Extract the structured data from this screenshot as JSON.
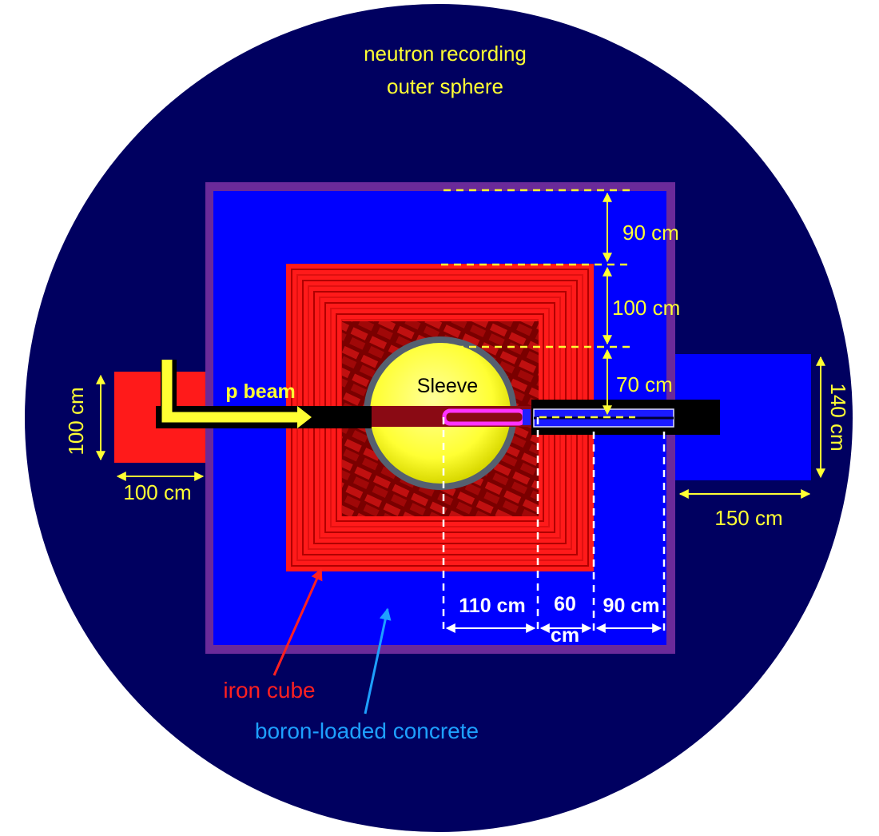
{
  "labels": {
    "outer_sphere_line1": "neutron recording",
    "outer_sphere_line2": "outer sphere",
    "sleeve": "Sleeve",
    "beam": "p beam",
    "iron": "iron cube",
    "concrete": "boron-loaded concrete"
  },
  "dimensions": {
    "top_90": "90 cm",
    "mid_100": "100 cm",
    "low_70": "70 cm",
    "left_height": "100 cm",
    "left_width": "100 cm",
    "right_height": "140 cm",
    "right_width": "150 cm",
    "bottom_110": "110 cm",
    "bottom_60_line1": "60",
    "bottom_60_line2": "cm",
    "bottom_90": "90 cm"
  },
  "colors": {
    "sphere": "#000060",
    "concrete": "#0000ff",
    "iron": "#ff1a1a",
    "iron_dark": "#8a0000",
    "sleeve": "#ffff55",
    "beam_pipe": "#000000",
    "boundary": "#6a2a9a",
    "label_yellow": "#ffff33",
    "label_red": "#ff2020",
    "label_blue": "#1ea0ff"
  }
}
